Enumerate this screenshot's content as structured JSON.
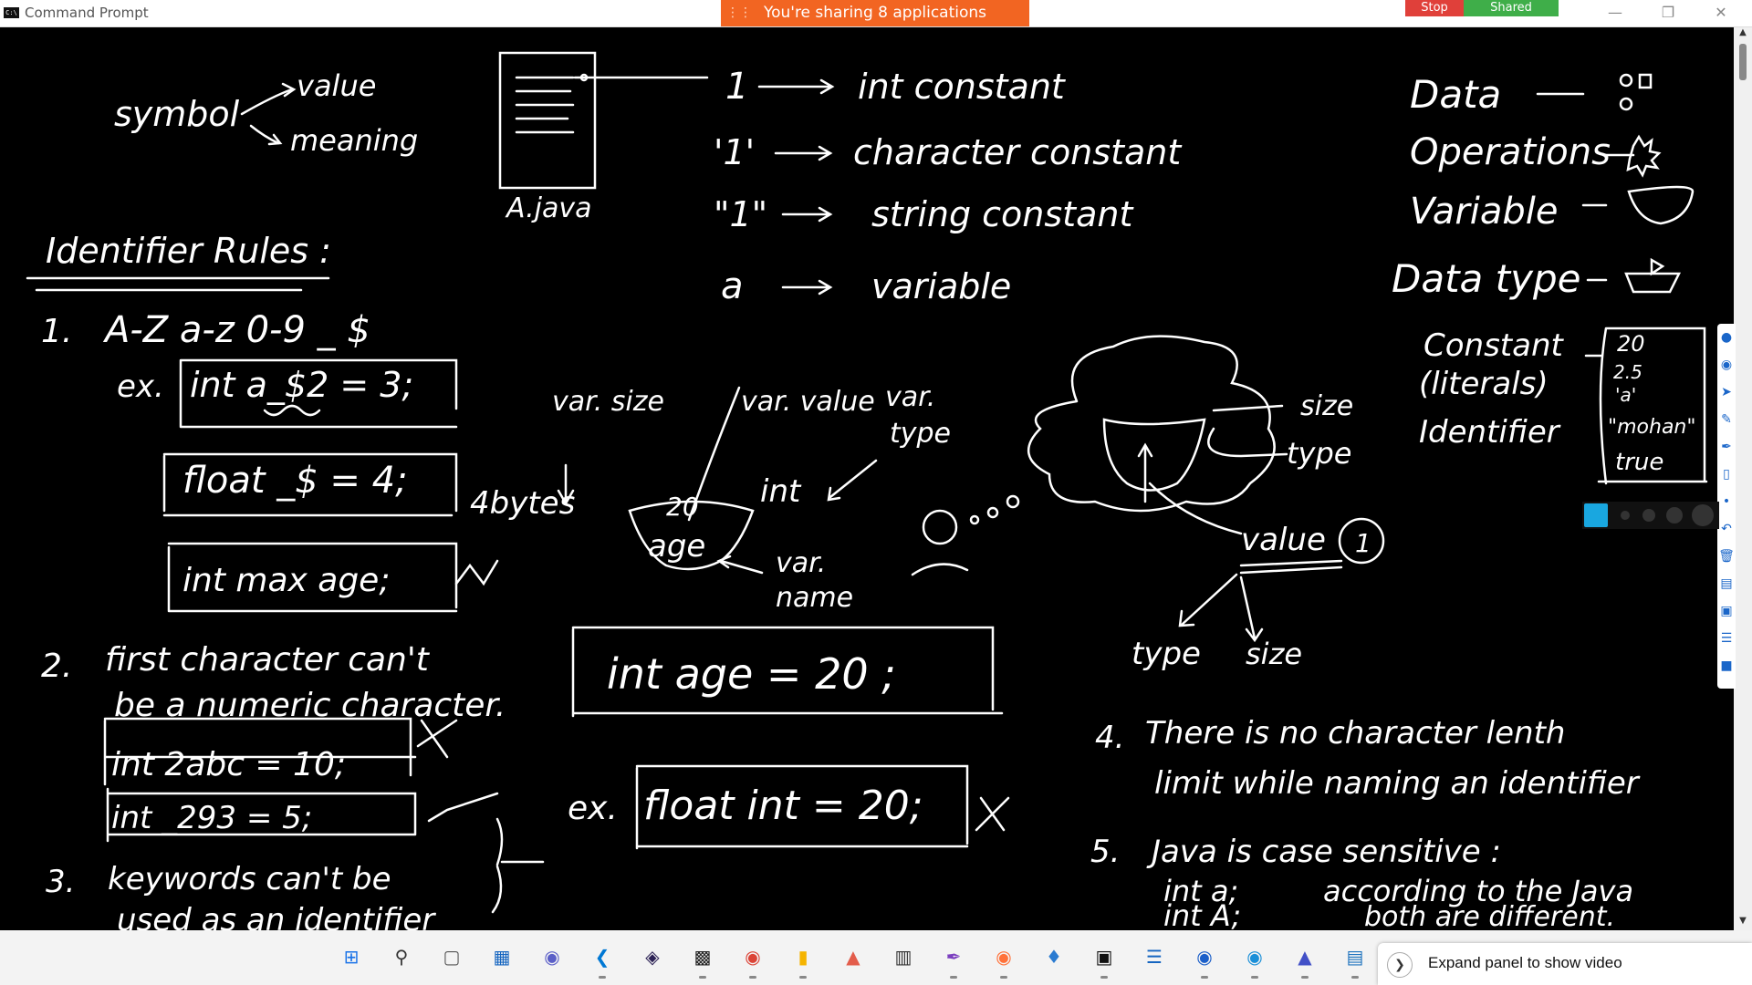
{
  "window": {
    "title": "Command Prompt",
    "icon": "cmd-icon",
    "controls": [
      "minimize-icon",
      "restore-icon",
      "close-icon"
    ]
  },
  "share": {
    "banner": "You're sharing 8 applications",
    "stop": "Stop",
    "shared": "Shared",
    "stop_color": "#e0403a",
    "shared_color": "#3fae49",
    "banner_color": "#f26522"
  },
  "board": {
    "symbol": {
      "word": "symbol",
      "value": "value",
      "meaning": "meaning"
    },
    "file": {
      "name": "A.java"
    },
    "constants": [
      {
        "token": "1",
        "desc": "int constant"
      },
      {
        "token": "'1'",
        "desc": "character constant"
      },
      {
        "token": "\"1\"",
        "desc": "string constant"
      },
      {
        "token": "a",
        "desc": "variable"
      }
    ],
    "identifier_rules_title": "Identifier Rules :",
    "rule1": {
      "num": "1.",
      "text": "A-Z   a-z   0-9  _  $",
      "ex": "ex.",
      "code1": "int  a_$2 = 3;",
      "code2": "float  _$  = 4;",
      "code3": "int  max age;"
    },
    "rule2": {
      "num": "2.",
      "line1": "first character can't",
      "line2": "be a numeric character.",
      "bad": "int  2abc = 10;",
      "good": "int  _293 =  5;"
    },
    "rule3": {
      "num": "3.",
      "line1": "keywords can't be",
      "line2": "used as an identifier"
    },
    "bowl": {
      "size_lbl": "var. size",
      "value_lbl": "var. value",
      "type_lbl1": "var.",
      "type_lbl2": "type",
      "bytes": "4bytes",
      "value": "20",
      "type": "int",
      "name": "age",
      "name_lbl1": "var.",
      "name_lbl2": "name"
    },
    "main_code": "int   age  =  20 ;",
    "ex_code": {
      "ex": "ex.",
      "code": "float  int = 20;"
    },
    "cloud": {
      "size": "size",
      "type": "type",
      "value": "value",
      "num": "1",
      "bottom_type": "type",
      "bottom_size": "size"
    },
    "concepts": [
      {
        "label": "Data"
      },
      {
        "label": "Operations"
      },
      {
        "label": "Variable"
      },
      {
        "label": "Data type"
      }
    ],
    "literals": {
      "constant": "Constant",
      "literals": "(literals)",
      "identifier": "Identifier",
      "values": [
        "20",
        "2.5",
        "'a'",
        "\"mohan\"",
        "true"
      ]
    },
    "rule4": {
      "num": "4.",
      "line1": "There is no character lenth",
      "line2": "limit while naming an identifier"
    },
    "rule5": {
      "num": "5.",
      "line1": "Java is  case sensitive :",
      "code1": "int  a;",
      "code2": "int  A;",
      "note1": "according to the Java",
      "note2": "both are different."
    }
  },
  "taskbar": {
    "apps": [
      {
        "name": "start-icon",
        "color": "#1a73e8"
      },
      {
        "name": "search-icon",
        "color": "#333"
      },
      {
        "name": "task-view-icon",
        "color": "#555"
      },
      {
        "name": "widgets-icon",
        "color": "#1565c0"
      },
      {
        "name": "teams-icon",
        "color": "#5b5fc7"
      },
      {
        "name": "vscode-icon",
        "color": "#0078d4"
      },
      {
        "name": "eclipse-icon",
        "color": "#2c2255"
      },
      {
        "name": "terminal-icon",
        "color": "#222"
      },
      {
        "name": "chrome-icon",
        "color": "#db4437"
      },
      {
        "name": "folder-icon",
        "color": "#f5b400"
      },
      {
        "name": "paint-icon",
        "color": "#e35d4b"
      },
      {
        "name": "mysql-icon",
        "color": "#333"
      },
      {
        "name": "pen-icon",
        "color": "#7b3fbf"
      },
      {
        "name": "firefox-icon",
        "color": "#ff7139"
      },
      {
        "name": "app-icon",
        "color": "#2a7bd1"
      },
      {
        "name": "pycharm-icon",
        "color": "#111"
      },
      {
        "name": "notepad-icon",
        "color": "#1565c0"
      },
      {
        "name": "webex-icon",
        "color": "#1b5fc9"
      },
      {
        "name": "app2-icon",
        "color": "#1a8fd8"
      },
      {
        "name": "zoom-icon",
        "color": "#4250c7"
      },
      {
        "name": "whiteboard-icon",
        "color": "#1e73be"
      }
    ],
    "expand": "Expand panel to show video"
  }
}
